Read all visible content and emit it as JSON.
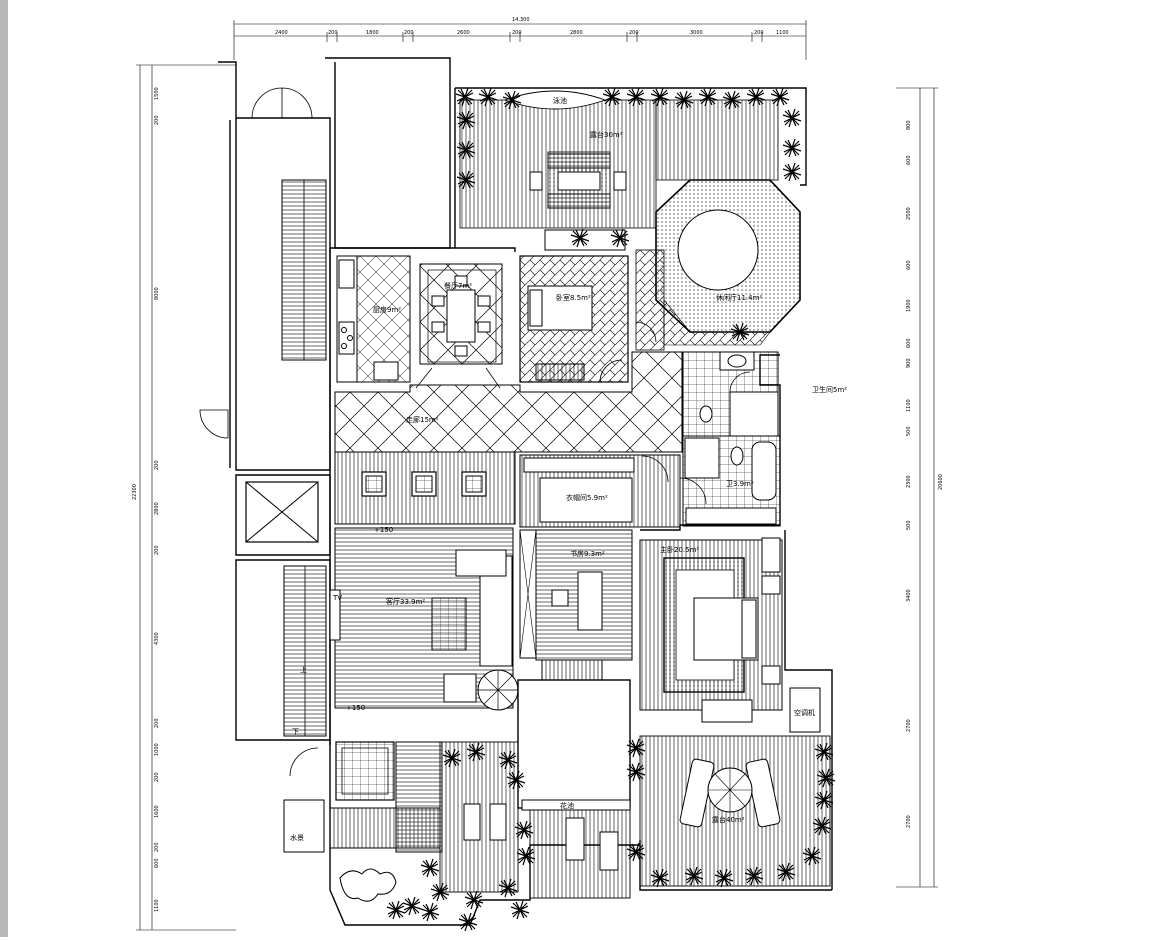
{
  "dimensions": {
    "top_total": "14,300",
    "top_segments": [
      "2400",
      "200",
      "1800",
      "200",
      "2600",
      "200",
      "2800",
      "200",
      "3000",
      "200",
      "1100"
    ],
    "left_total": "22300",
    "left_segments": [
      "1500",
      "200",
      "8000",
      "200",
      "2800",
      "200",
      "4300",
      "200",
      "1000",
      "200",
      "1600",
      "200",
      "600",
      "1100"
    ],
    "right_total": "20600",
    "right_segments": [
      "800",
      "600",
      "2500",
      "600",
      "1900",
      "600",
      "900",
      "1100",
      "500",
      "2300",
      "500",
      "3400",
      "2700",
      "2700"
    ]
  },
  "room_labels": {
    "terrace_top": "露台30m²",
    "kitchen": "厨房9m²",
    "dining": "餐厅7m²",
    "bedroom_small": "卧室8.5m²",
    "bath_octagon": "休闲厅11.4m²",
    "hallway": "走廊15m²",
    "bath_right_area": "卫生间5m²",
    "closet": "衣帽间5.9m²",
    "bath_small": "卫3.9m²",
    "study": "书房9.3m²",
    "master_bedroom": "主卧20.5m²",
    "living": "客厅33.9m²",
    "terrace_bottom": "露台40m²",
    "garden_strip": "花池",
    "tv_label": "TV",
    "level_a": "+150",
    "level_b": "+150",
    "stair_up": "上",
    "stair_down": "下",
    "water_feature": "水景",
    "ac_unit": "空调机",
    "pool_label": "泳池"
  }
}
